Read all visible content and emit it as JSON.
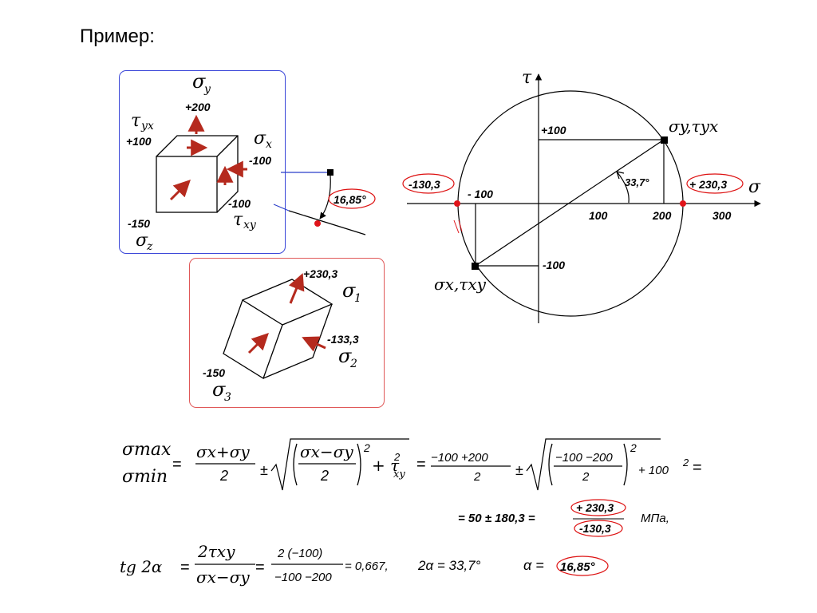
{
  "title": "Пример:",
  "colors": {
    "blue_frame": "#3a46d8",
    "red_frame": "#e05858",
    "arrow": "#b52a1e",
    "marker_red": "#e0141a",
    "ellipse_red": "#dd1010"
  },
  "icons": {
    "arrow": "stress-arrow-icon",
    "point": "red-dot-icon",
    "square": "black-square-icon"
  },
  "initial_element": {
    "sigma_y_sym": "σ",
    "sigma_y_sub": "y",
    "sigma_y_value": "+200",
    "tau_yx_sym": "τ",
    "tau_yx_sub": "yx",
    "tau_yx_value": "+100",
    "sigma_x_sym": "σ",
    "sigma_x_sub": "x",
    "sigma_x_value": "-100",
    "tau_xy_value": "-100",
    "tau_xy_sym": "τ",
    "tau_xy_sub": "xy",
    "sigma_z_value": "-150",
    "sigma_z_sym": "σ",
    "sigma_z_sub": "z"
  },
  "principal_element": {
    "s1_value": "+230,3",
    "s1_sym": "σ",
    "s1_sub": "1",
    "s2_value": "-133,3",
    "s2_sym": "σ",
    "s2_sub": "2",
    "s3_value": "-150",
    "s3_sym": "σ",
    "s3_sub": "3"
  },
  "rotation_angle_label": "16,85°",
  "mohr": {
    "tau_axis": "τ",
    "sigma_axis": "σ",
    "tick_100": "100",
    "tick_200": "200",
    "tick_300": "300",
    "tick_neg100": "- 100",
    "tau_plus100": "+100",
    "tau_minus100": "-100",
    "angle_label": "33,7°",
    "sigma_min_label": "-130,3",
    "sigma_max_label": "+ 230,3",
    "point_y_label": "σy,τyx",
    "point_x_label": "σx,τxy"
  },
  "formulas": {
    "sigma_max": "σmax",
    "sigma_min": "σmin",
    "eq1_frac_num": "σx+σy",
    "eq1_frac_den": "2",
    "pm": "±",
    "sqrt_inner_num": "σx−σy",
    "sqrt_inner_den": "2",
    "sqrt_tail": "+ τ",
    "tau_sub": "xy",
    "sq": "2",
    "num_frac_num": "−100 +200",
    "num_frac_den": "2",
    "num_sqrt_num": "−100 −200",
    "num_sqrt_den": "2",
    "num_tail": "+ 100",
    "line2": "= 50 ± 180,3 =",
    "res_max": "+ 230,3",
    "res_min": "-130,3",
    "unit": "МПа,",
    "tg": "tg 2α",
    "tg_num": "2τxy",
    "tg_den": "σx−σy",
    "tg_num2": "2 (−100)",
    "tg_den2": "−100 −200",
    "tg_result": "= 0,667,",
    "two_alpha": "2α = 33,7°",
    "alpha": "α =",
    "alpha_value": "16,85°"
  }
}
